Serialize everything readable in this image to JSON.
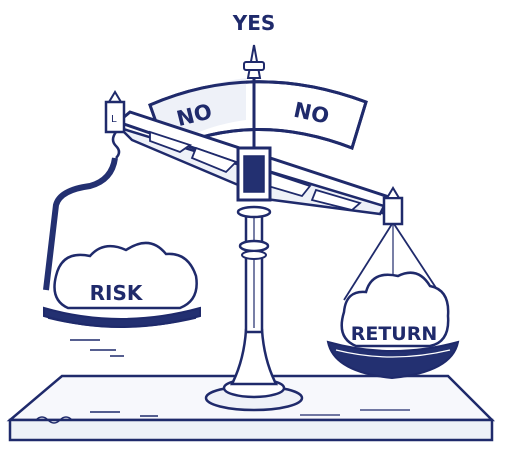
{
  "illustration": {
    "top_label": "YES",
    "gauge_left_label": "NO",
    "gauge_right_label": "NO",
    "left_pan_label": "RISK",
    "right_pan_label": "RETURN"
  },
  "colors": {
    "ink": "#1f2a6b",
    "dark_fill": "#233071",
    "pale_fill": "#eef1f8",
    "background": "#ffffff"
  }
}
